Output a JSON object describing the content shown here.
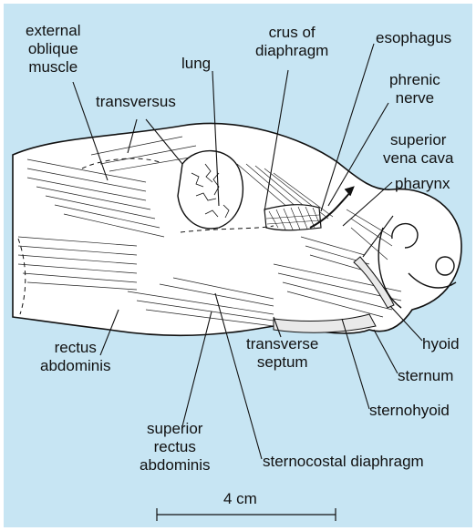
{
  "labels": {
    "external_oblique": "external\noblique\nmuscle",
    "lung": "lung",
    "crus": "crus of\ndiaphragm",
    "esophagus": "esophagus",
    "phrenic": "phrenic\nnerve",
    "transversus": "transversus",
    "superior_vena_cava": "superior\nvena cava",
    "pharynx": "pharynx",
    "hyoid": "hyoid",
    "sternum": "sternum",
    "rectus_abdominis": "rectus\nabdominis",
    "transverse_septum": "transverse\nseptum",
    "sternohyoid": "sternohyoid",
    "superior_rectus": "superior\nrectus\nabdominis",
    "sternocostal": "sternocostal diaphragm"
  },
  "scale_bar": {
    "label": "4 cm"
  },
  "colors": {
    "background": "#c7e5f3",
    "body_fill": "#ffffff",
    "line": "#111111"
  }
}
